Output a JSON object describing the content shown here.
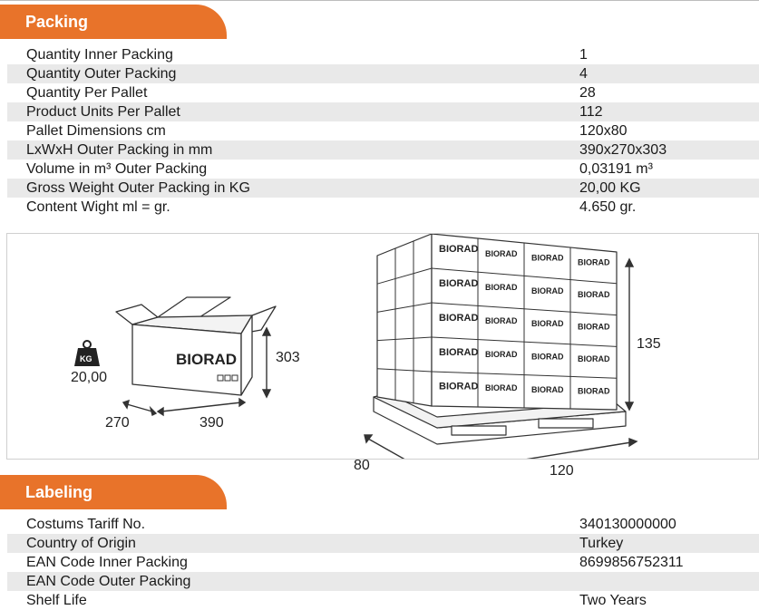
{
  "packing": {
    "title": "Packing",
    "rows": [
      {
        "label": "Quantity Inner Packing",
        "value": "1"
      },
      {
        "label": "Quantity Outer Packing",
        "value": "4"
      },
      {
        "label": "Quantity Per Pallet",
        "value": "28"
      },
      {
        "label": "Product Units Per Pallet",
        "value": "112"
      },
      {
        "label": "Pallet Dimensions cm",
        "value": "120x80"
      },
      {
        "label": "LxWxH Outer Packing in mm",
        "value": "390x270x303"
      },
      {
        "label": "Volume in m³ Outer Packing",
        "value": "0,03191 m³"
      },
      {
        "label": "Gross Weight Outer Packing in KG",
        "value": "20,00 KG"
      },
      {
        "label": "Content Wight ml = gr.",
        "value": "4.650 gr."
      }
    ]
  },
  "figure": {
    "box": {
      "height": "303",
      "width": "270",
      "length": "390",
      "weight_unit": "KG",
      "weight": "20,00",
      "brand": "BIORAD"
    },
    "pallet": {
      "height": "135",
      "depth": "80",
      "length": "120",
      "brand": "BIORAD"
    }
  },
  "labeling": {
    "title": "Labeling",
    "rows": [
      {
        "label": "Costums Tariff No.",
        "value": "340130000000"
      },
      {
        "label": "Country of Origin",
        "value": "Turkey"
      },
      {
        "label": "EAN Code Inner Packing",
        "value": "8699856752311"
      },
      {
        "label": "EAN Code Outer Packing",
        "value": ""
      },
      {
        "label": "Shelf Life",
        "value": "Two Years"
      }
    ]
  },
  "colors": {
    "accent": "#e8732a",
    "row_alt": "#e9e9e9",
    "line": "#333333"
  }
}
